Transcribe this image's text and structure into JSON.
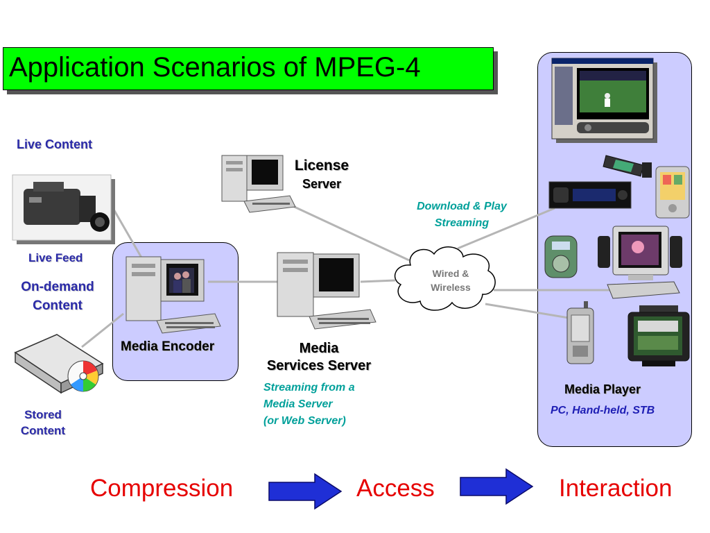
{
  "slide": {
    "title": "Application Scenarios of MPEG-4"
  },
  "labels": {
    "live_content": "Live Content",
    "live_feed": "Live Feed",
    "on_demand_line1": "On-demand",
    "on_demand_line2": "Content",
    "stored_line1": "Stored",
    "stored_line2": "Content",
    "media_encoder": "Media Encoder",
    "license_line1": "License",
    "license_line2": "Server",
    "media_services_line1": "Media",
    "media_services_line2": "Services Server",
    "streaming_from_line1": "Streaming from a",
    "streaming_from_line2": "Media Server",
    "streaming_from_line3": "(or Web Server)",
    "download_line1": "Download & Play",
    "download_line2": "Streaming",
    "wired_line1": "Wired &",
    "wired_line2": "Wireless",
    "media_player": "Media Player",
    "media_player_sub": "PC, Hand-held, STB"
  },
  "flow": {
    "step1": "Compression",
    "step2": "Access",
    "step3": "Interaction"
  },
  "colors": {
    "title_bg": "#00ff00",
    "panel_bg": "#ccccff",
    "accent_blue": "#2a2aa8",
    "teal": "#00a09a",
    "red": "#e60000",
    "arrow_blue": "#1f2fd6",
    "connector": "#b5b5b5"
  }
}
